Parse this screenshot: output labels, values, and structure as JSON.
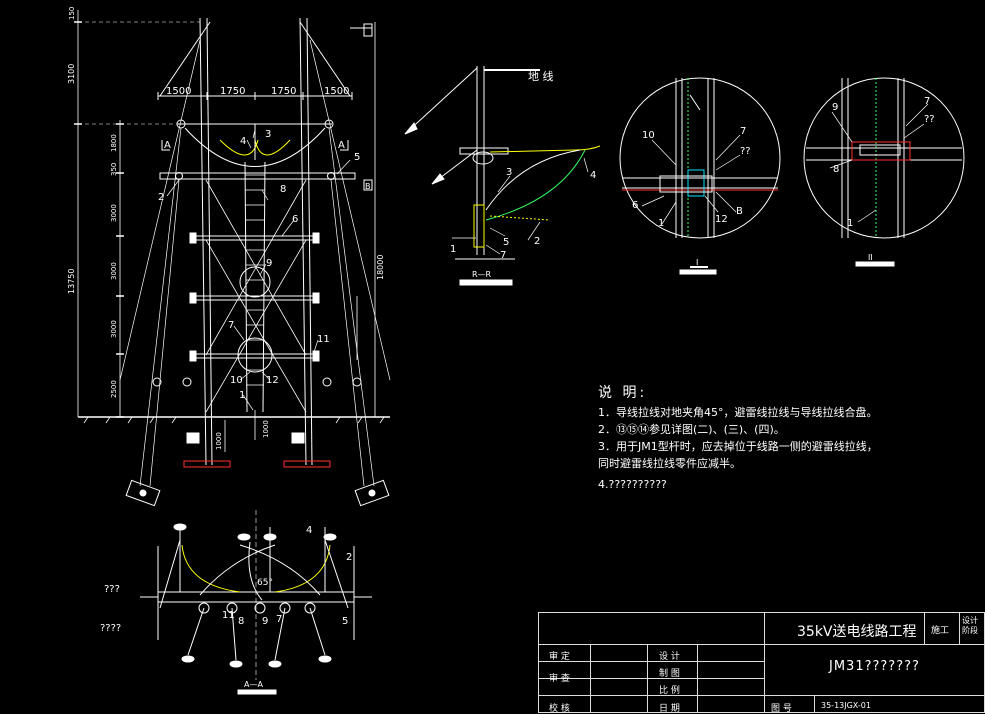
{
  "colors": {
    "background": "#000000",
    "line": "#ffffff",
    "accent_yellow": "#ffff00",
    "accent_red": "#ff3030",
    "accent_green": "#33ff66",
    "accent_cyan": "#00e5ff"
  },
  "dims_top": [
    "1500",
    "1750",
    "1750",
    "1500"
  ],
  "dims_left": [
    "150",
    "3100",
    "350",
    "1800",
    "3000",
    "3000",
    "3000",
    "2500",
    "13750"
  ],
  "dim_right_total": "18000",
  "dim_below_ground": [
    "1000",
    "1000"
  ],
  "part_numbers_main": [
    "1",
    "2",
    "3",
    "4",
    "5",
    "6",
    "7",
    "8",
    "9",
    "10",
    "11",
    "12"
  ],
  "section_marks": {
    "a": "A",
    "b": "B"
  },
  "detail_rr": {
    "ground_wire_label": "地  线",
    "parts": [
      "1",
      "2",
      "3",
      "4",
      "5",
      "7"
    ],
    "caption": "R—R"
  },
  "detail_1": {
    "parts": [
      "10",
      "7",
      "??",
      "6",
      "1",
      "12",
      "B"
    ],
    "caption": "I"
  },
  "detail_2": {
    "parts": [
      "9",
      "7",
      "??",
      "8",
      "1"
    ],
    "caption": "II"
  },
  "plan_view": {
    "parts": [
      "4",
      "2",
      "11",
      "8",
      "9",
      "7",
      "5"
    ],
    "angle": "65°",
    "left_labels": [
      "???",
      "????"
    ],
    "caption": "A—A"
  },
  "notes": {
    "heading": "说  明:",
    "lines": [
      "1．导线拉线对地夹角45°，避雷线拉线与导线拉线合盘。",
      "2．⑬⑮⑭参见详图(二)、(三)、(四)。",
      "3．用于JM1型杆时，应去掉位于线路一侧的避雷线拉线，",
      "   同时避雷线拉线零件应减半。",
      "4.??????????"
    ]
  },
  "title_block": {
    "project": "35kV送电线路工程",
    "stage": "施工",
    "design_stage": "设计 阶段",
    "drawing_title": "JM31???????",
    "rows_left": [
      "审 定",
      "审 查",
      "校 核"
    ],
    "rows_mid": [
      "设 计",
      "制 图",
      "比 例",
      "日 期"
    ],
    "drawing_no_label": "图   号",
    "drawing_no": "35-13JGX-01"
  }
}
